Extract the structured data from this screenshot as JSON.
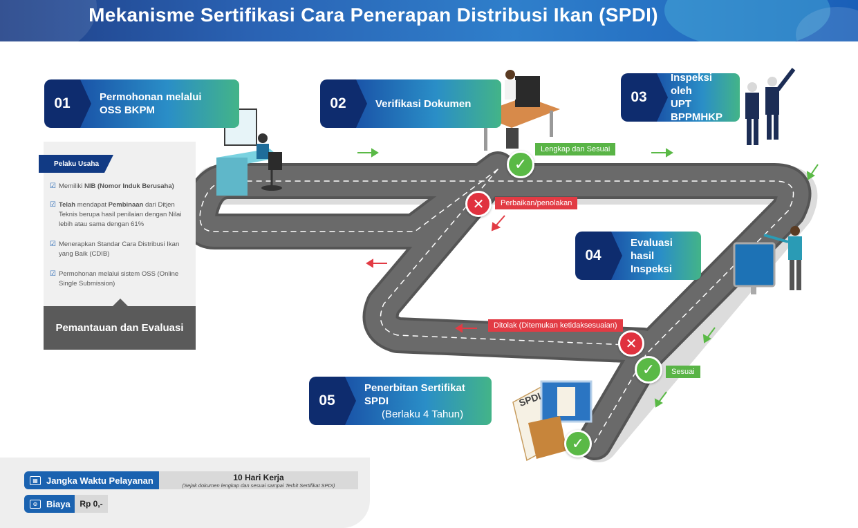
{
  "title": "Mekanisme Sertifikasi Cara Penerapan Distribusi Ikan (SPDI)",
  "steps": [
    {
      "num": "01",
      "line1": "Permohonan melalui",
      "line2": "OSS BKPM"
    },
    {
      "num": "02",
      "line1": "Verifikasi Dokumen",
      "line2": ""
    },
    {
      "num": "03",
      "line1": "Inspeksi oleh",
      "line2": "UPT BPPMHKP"
    },
    {
      "num": "04",
      "line1": "Evaluasi",
      "line2": "hasil Inspeksi"
    },
    {
      "num": "05",
      "line1": "Penerbitan Sertifikat SPDI",
      "line2": "(Berlaku 4 Tahun)"
    }
  ],
  "requirements": {
    "tag": "Pelaku Usaha",
    "items": [
      {
        "pre": "Memiliki ",
        "bold": "NIB (Nomor Induk Berusaha)",
        "post": ""
      },
      {
        "pre": "",
        "bold": "Telah",
        "post": " mendapat ",
        "bold2": "Pembinaan",
        "post2": " dari Ditjen Teknis berupa hasil penilaian dengan Nilai lebih atau sama dengan 61%"
      },
      {
        "pre": "Menerapkan Standar Cara Distribusi Ikan yang Baik (CDIB)",
        "bold": "",
        "post": ""
      },
      {
        "pre": "Permohonan melalui sistem OSS (Online Single Submission)",
        "bold": "",
        "post": ""
      }
    ],
    "footer": "Pemantauan dan Evaluasi"
  },
  "labels": {
    "lengkap": "Lengkap dan Sesuai",
    "perbaikan": "Perbaikan/penolakan",
    "ditolak": "Ditolak (Ditemukan ketidaksesuaian)",
    "sesuai": "Sesuai"
  },
  "illustrations": {
    "doc_text": "SPDI"
  },
  "info": {
    "time_label": "Jangka Waktu Pelayanan",
    "time_value": "10 Hari Kerja",
    "time_note": "(Sejak dokumen lengkap dan sesuai sampai Terbit Sertifikat SPDI)",
    "cost_label": "Biaya",
    "cost_value": "Rp 0,-"
  },
  "colors": {
    "navy": "#0e2c6e",
    "blue": "#1a62b0",
    "green": "#59b446",
    "red": "#e23b44",
    "road": "#5b5b5b"
  }
}
